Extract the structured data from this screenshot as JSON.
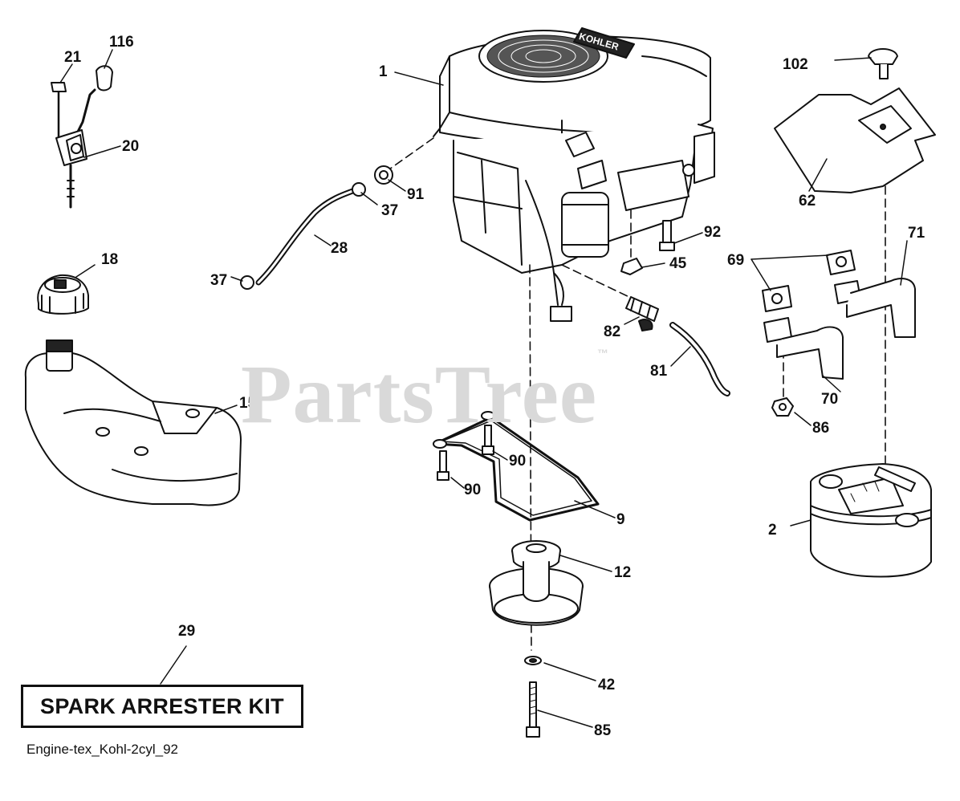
{
  "watermark": {
    "text": "PartsTree",
    "tm": "™"
  },
  "engine_brand": "KOHLER",
  "kit_label": "SPARK ARRESTER KIT",
  "caption": "Engine-tex_Kohl-2cyl_92",
  "callouts": {
    "c1": "1",
    "c2": "2",
    "c9": "9",
    "c12": "12",
    "c15": "15",
    "c18": "18",
    "c20": "20",
    "c21": "21",
    "c28": "28",
    "c29": "29",
    "c37a": "37",
    "c37b": "37",
    "c42": "42",
    "c45": "45",
    "c62": "62",
    "c69": "69",
    "c70": "70",
    "c71": "71",
    "c81": "81",
    "c82": "82",
    "c85": "85",
    "c86": "86",
    "c90a": "90",
    "c90b": "90",
    "c91": "91",
    "c92": "92",
    "c102": "102",
    "c116": "116"
  },
  "colors": {
    "ink": "#111111",
    "watermark": "#d9d9d9",
    "background": "#ffffff"
  }
}
